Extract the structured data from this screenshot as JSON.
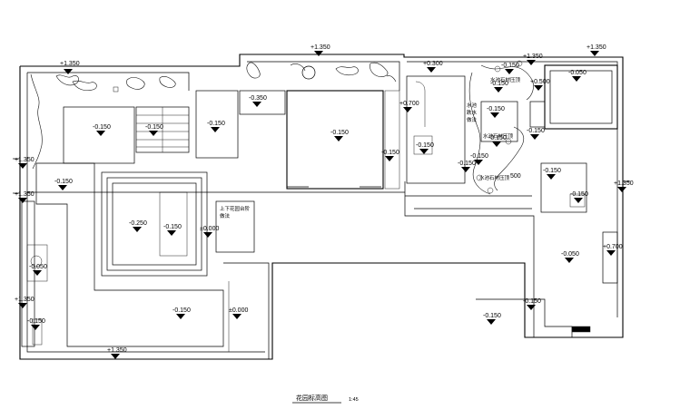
{
  "drawing": {
    "title": "花园标高图",
    "scale": "1:45"
  },
  "levels": [
    {
      "id": "l01",
      "text": "+1.350"
    },
    {
      "id": "l02",
      "text": "+1.350"
    },
    {
      "id": "l03",
      "text": "+1.350"
    },
    {
      "id": "l04",
      "text": "+0.300"
    },
    {
      "id": "l05",
      "text": "-0.350"
    },
    {
      "id": "l06",
      "text": "-0.150"
    },
    {
      "id": "l07",
      "text": "-0.150"
    },
    {
      "id": "l08",
      "text": "-0.150"
    },
    {
      "id": "l09",
      "text": "-0.150"
    },
    {
      "id": "l10",
      "text": "+0.700"
    },
    {
      "id": "l11",
      "text": "-0.150"
    },
    {
      "id": "l12",
      "text": "-0.150"
    },
    {
      "id": "l13",
      "text": "-0.050"
    },
    {
      "id": "l14",
      "text": "-0.150"
    },
    {
      "id": "l15",
      "text": "-0.150"
    },
    {
      "id": "l16",
      "text": "+1.350"
    },
    {
      "id": "l17",
      "text": "-0.150"
    },
    {
      "id": "l18",
      "text": "+1.350"
    },
    {
      "id": "l19",
      "text": "-0.150"
    },
    {
      "id": "l20",
      "text": "-0.250"
    },
    {
      "id": "l21",
      "text": "-0.150"
    },
    {
      "id": "l22",
      "text": "±0.000"
    },
    {
      "id": "l23",
      "text": "-0.050"
    },
    {
      "id": "l24",
      "text": "-0.150"
    },
    {
      "id": "l25",
      "text": "-0.150"
    },
    {
      "id": "l26",
      "text": "+0.700"
    },
    {
      "id": "l27",
      "text": "-0.050"
    },
    {
      "id": "l28",
      "text": "-0.150"
    },
    {
      "id": "l29",
      "text": "+1.350"
    },
    {
      "id": "l30",
      "text": "-0.150"
    },
    {
      "id": "l31",
      "text": "±0.000"
    },
    {
      "id": "l32",
      "text": "-0.150"
    },
    {
      "id": "l33",
      "text": "-0.150"
    },
    {
      "id": "l34",
      "text": "+1.350"
    },
    {
      "id": "l35",
      "text": "-0.150"
    },
    {
      "id": "l36",
      "text": "+1.350"
    },
    {
      "id": "l37",
      "text": "-0.150"
    },
    {
      "id": "l38",
      "text": "+1.350"
    },
    {
      "id": "l39",
      "text": "-0.150"
    },
    {
      "id": "l40",
      "text": "+0.500"
    },
    {
      "id": "l41",
      "text": "-0.150"
    }
  ],
  "notes": {
    "stair_note_line1": "上下花园台阶",
    "stair_note_line2": "做法",
    "dim_500": "500",
    "plant_1": "水池",
    "plant_2": "跌水",
    "plant_3": "做法",
    "plant_4": "水池石材压顶",
    "plant_5": "水池石材压顶",
    "plant_6": "水池石材压顶"
  }
}
